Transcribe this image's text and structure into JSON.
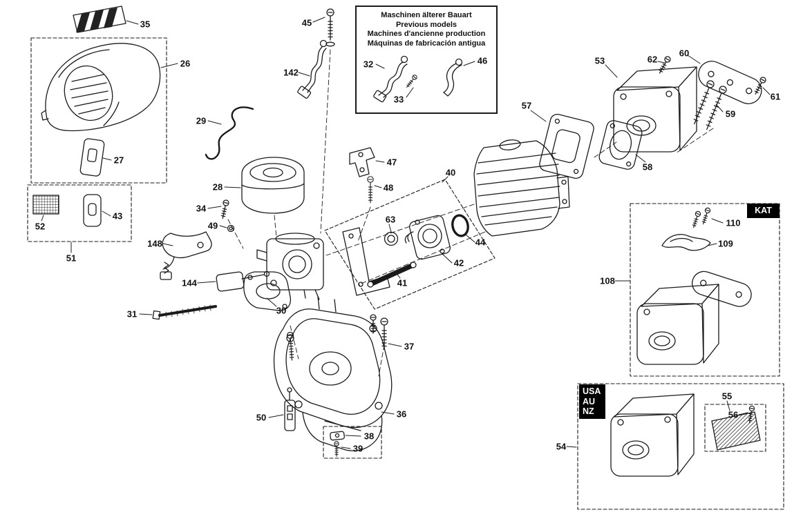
{
  "colors": {
    "line": "#1a1a1a",
    "background": "#ffffff",
    "badge_bg": "#000000",
    "badge_text": "#ffffff"
  },
  "note_box": {
    "de": "Maschinen älterer Bauart",
    "en": "Previous models",
    "fr": "Machines d'ancienne production",
    "es": "Máquinas de fabricación antigua"
  },
  "badges": {
    "kat": "KAT",
    "usa": "USA",
    "au": "AU",
    "nz": "NZ"
  },
  "labels": {
    "26": "26",
    "27": "27",
    "28": "28",
    "29": "29",
    "30": "30",
    "31": "31",
    "32": "32",
    "33": "33",
    "34": "34",
    "35": "35",
    "36": "36",
    "37": "37",
    "38": "38",
    "39": "39",
    "40": "40",
    "41": "41",
    "42": "42",
    "43": "43",
    "44": "44",
    "45": "45",
    "46": "46",
    "47": "47",
    "48": "48",
    "49": "49",
    "50": "50",
    "51": "51",
    "52": "52",
    "53": "53",
    "54": "54",
    "55": "55",
    "56": "56",
    "57": "57",
    "58": "58",
    "59": "59",
    "60": "60",
    "61": "61",
    "62": "62",
    "63": "63",
    "108": "108",
    "109": "109",
    "110": "110",
    "142": "142",
    "144": "144",
    "148": "148"
  }
}
